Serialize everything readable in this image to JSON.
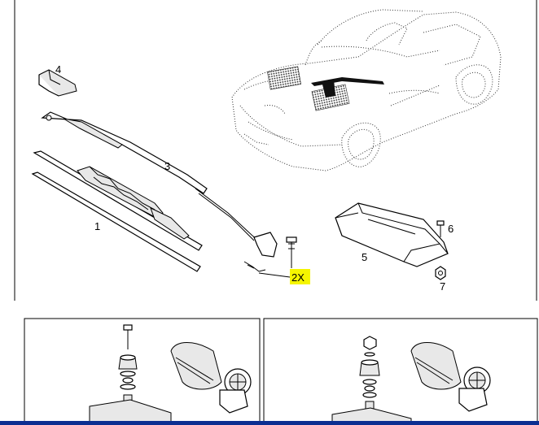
{
  "callouts": {
    "c1": "1",
    "c2x": "2X",
    "c3": "3",
    "c4": "4",
    "c5": "5",
    "c6": "6",
    "c7": "7"
  },
  "colors": {
    "highlight": "#f5f500",
    "bottom_bar": "#0b2e91",
    "line": "#000000"
  },
  "parts": [
    {
      "callout": "1",
      "icon": "wiper-blade-icon"
    },
    {
      "callout": "2X",
      "icon": "bolt-icon"
    },
    {
      "callout": "3",
      "icon": "wiper-arm-icon"
    },
    {
      "callout": "4",
      "icon": "arm-cap-icon"
    },
    {
      "callout": "5",
      "icon": "motor-cover-icon"
    },
    {
      "callout": "6",
      "icon": "screw-icon"
    },
    {
      "callout": "7",
      "icon": "nut-icon"
    }
  ]
}
